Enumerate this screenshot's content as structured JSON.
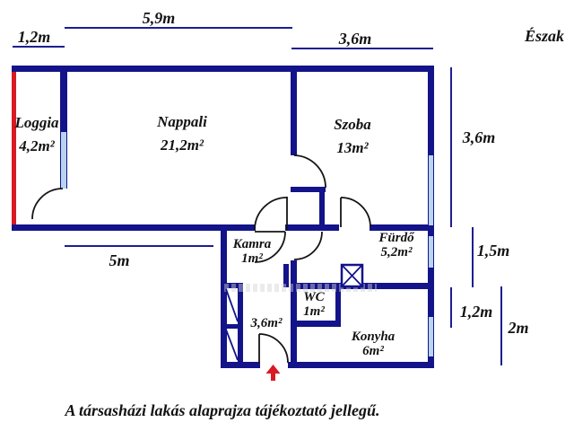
{
  "plan": {
    "compass_label": "Észak",
    "caption": "A társasházi lakás alaprajza tájékoztató jellegű.",
    "rooms": {
      "loggia": {
        "name": "Loggia",
        "area": "4,2m²"
      },
      "nappali": {
        "name": "Nappali",
        "area": "21,2m²"
      },
      "szoba": {
        "name": "Szoba",
        "area": "13m²"
      },
      "kamra": {
        "name": "Kamra",
        "area": "1m²"
      },
      "furdo": {
        "name": "Fürdő",
        "area": "5,2m²"
      },
      "wc": {
        "name": "WC",
        "area": "1m²"
      },
      "konyha": {
        "name": "Konyha",
        "area": "6m²"
      },
      "hall": {
        "area": "3,6m²"
      }
    },
    "dimensions": {
      "top_left": "1,2m",
      "top": "5,9m",
      "top_right": "3,6m",
      "right_upper": "3,6m",
      "right_middle": "1,5m",
      "right_lower": "1,2m",
      "right_outer": "2m",
      "bottom_left": "5m"
    },
    "colors": {
      "wall": "#13138a",
      "window": "#b9d4ee",
      "accent_red": "#d81a22",
      "dimension_line": "#1d1d92",
      "text": "#121212"
    }
  }
}
